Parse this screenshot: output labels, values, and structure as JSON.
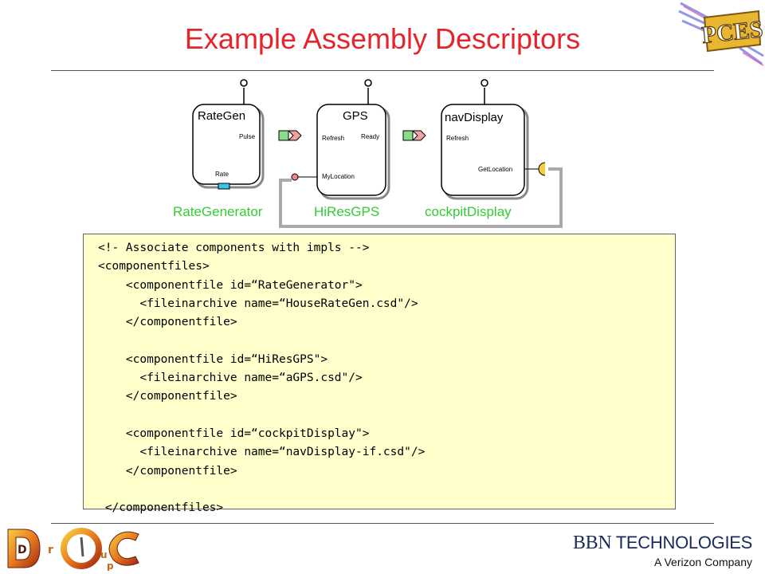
{
  "slide": {
    "title": "Example Assembly Descriptors"
  },
  "diagram": {
    "components": [
      {
        "name": "RateGen",
        "ports": [
          "Pulse",
          "Rate"
        ],
        "label": "RateGenerator"
      },
      {
        "name": "GPS",
        "ports": [
          "Refresh",
          "Ready",
          "MyLocation"
        ],
        "label": "HiResGPS"
      },
      {
        "name": "navDisplay",
        "ports": [
          "Refresh",
          "GetLocation"
        ],
        "label": "cockpitDisplay"
      }
    ]
  },
  "code": {
    "lines": [
      "<!- Associate components with impls -->",
      "<componentfiles>",
      "    <componentfile id=“RateGenerator\">",
      "      <fileinarchive name=“HouseRateGen.csd\"/>",
      "    </componentfile>",
      "",
      "    <componentfile id=“HiResGPS\">",
      "      <fileinarchive name=“aGPS.csd\"/>",
      "    </componentfile>",
      "",
      "    <componentfile id=“cockpitDisplay\">",
      "      <fileinarchive name=“navDisplay-if.csd\"/>",
      "    </componentfile>",
      "",
      " </componentfiles>"
    ]
  },
  "logos": {
    "pces": "PCES",
    "doc_letters": [
      "D",
      "r",
      "u",
      "p",
      "C"
    ],
    "bbn_prefix": "BBN",
    "bbn_rest": " TECHNOLOGIES",
    "bbn_tagline": "A Verizon Company"
  },
  "colors": {
    "title": "#e4252c",
    "label": "#33cc33",
    "code_bg": "#ffffcc"
  }
}
